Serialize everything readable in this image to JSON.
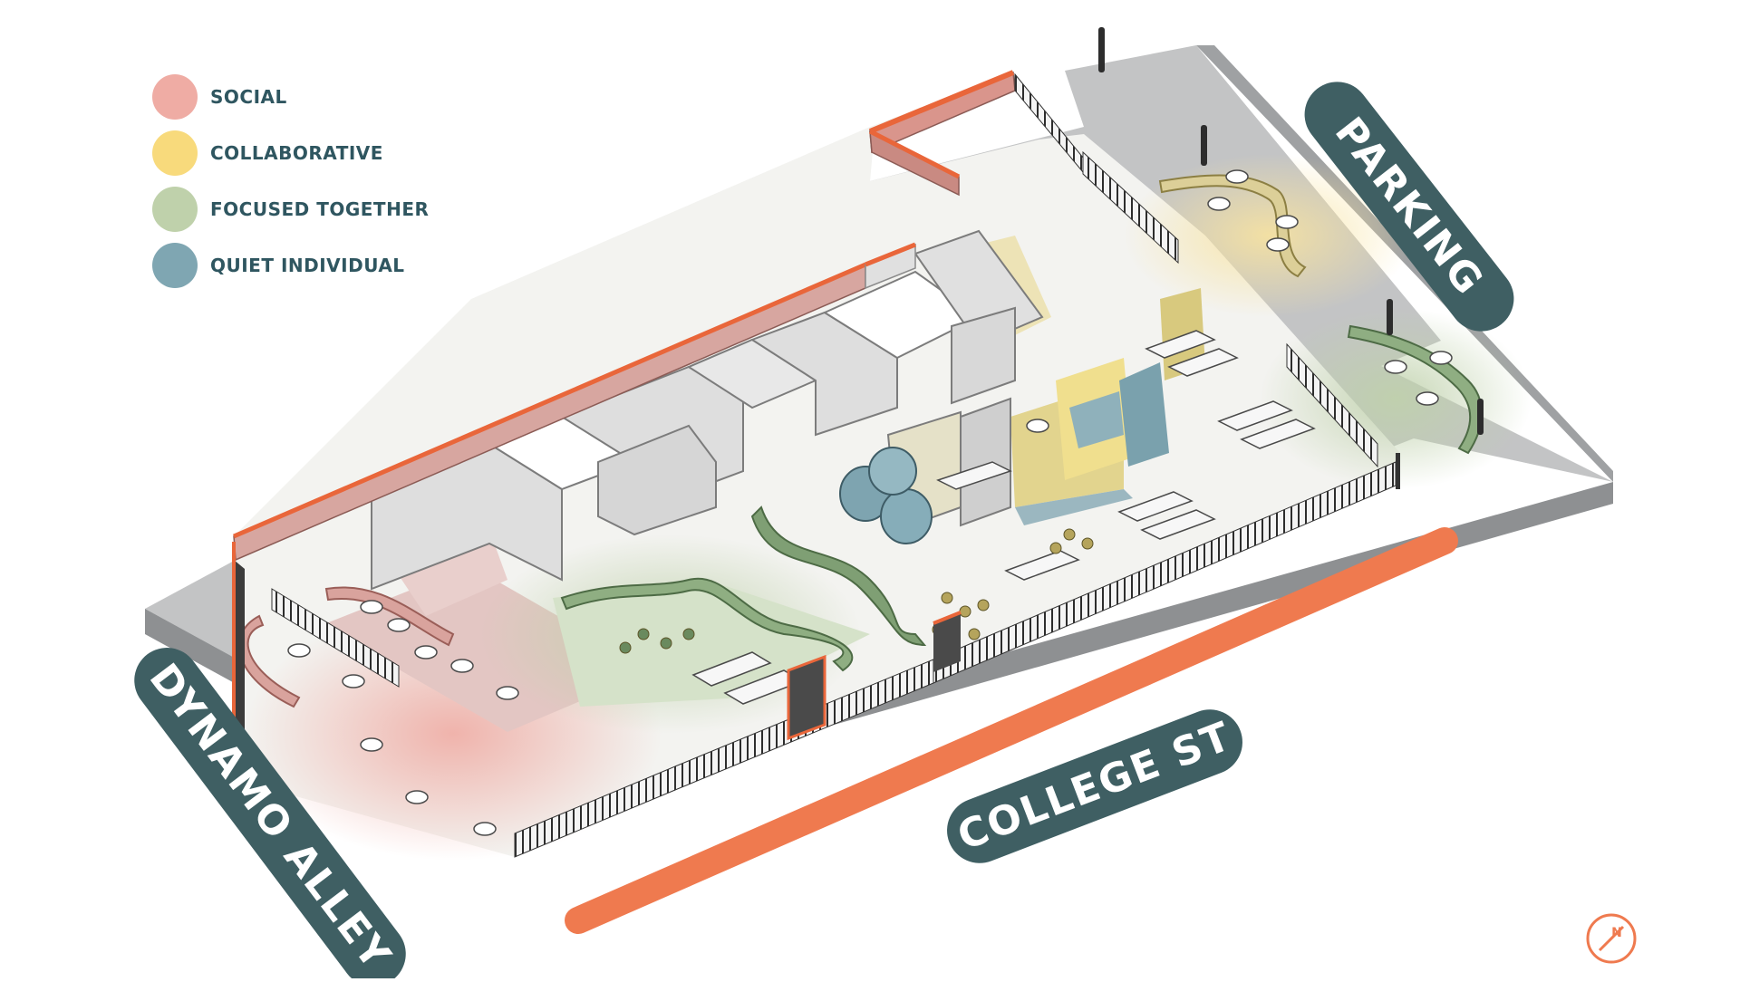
{
  "legend": {
    "items": [
      {
        "label": "SOCIAL",
        "color": "#efaca4"
      },
      {
        "label": "COLLABORATIVE",
        "color": "#f8da7c"
      },
      {
        "label": "FOCUSED TOGETHER",
        "color": "#bfd1ab"
      },
      {
        "label": "QUIET INDIVIDUAL",
        "color": "#7fa6b2"
      }
    ]
  },
  "streets": {
    "parking": "PARKING",
    "college_st": "COLLEGE ST",
    "dynamo_alley": "DYNAMO ALLEY"
  },
  "colors": {
    "accent_orange": "#ef7a4f",
    "label_bg": "#3f5f63",
    "pavement": "#c5c6c7",
    "floor": "#f3f3f0",
    "wall_top": "#e9663a"
  },
  "north_arrow": {
    "letter": "N"
  }
}
